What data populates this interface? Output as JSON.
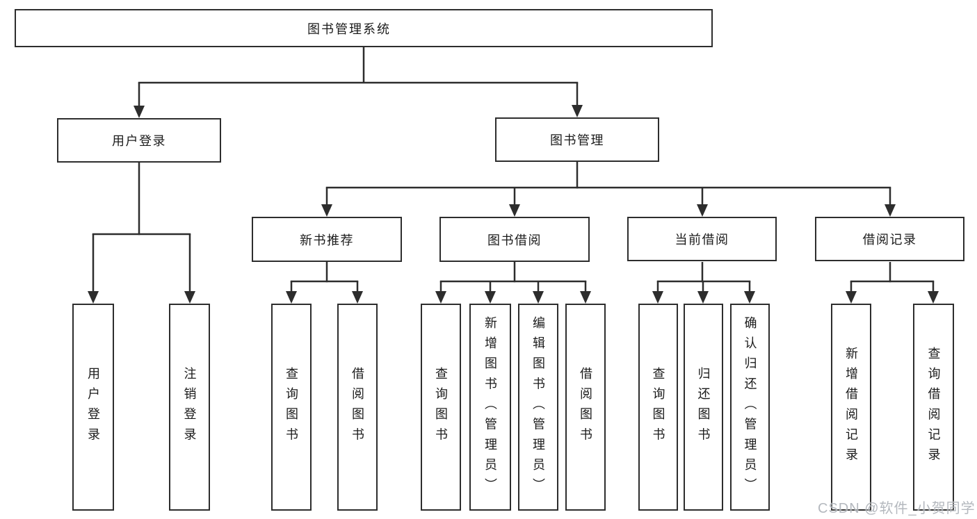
{
  "tree": {
    "label": "图书管理系统",
    "children": [
      {
        "label": "用户登录",
        "children": [
          {
            "label": "用户登录"
          },
          {
            "label": "注销登录"
          }
        ]
      },
      {
        "label": "图书管理",
        "children": [
          {
            "label": "新书推荐",
            "children": [
              {
                "label": "查询图书"
              },
              {
                "label": "借阅图书"
              }
            ]
          },
          {
            "label": "图书借阅",
            "children": [
              {
                "label": "查询图书"
              },
              {
                "label": "新增图书（管理员）"
              },
              {
                "label": "编辑图书（管理员）"
              },
              {
                "label": "借阅图书"
              }
            ]
          },
          {
            "label": "当前借阅",
            "children": [
              {
                "label": "查询图书"
              },
              {
                "label": "归还图书"
              },
              {
                "label": "确认归还（管理员）"
              }
            ]
          },
          {
            "label": "借阅记录",
            "children": [
              {
                "label": "新增借阅记录"
              },
              {
                "label": "查询借阅记录"
              }
            ]
          }
        ]
      }
    ]
  },
  "watermark": {
    "text": "CSDN @软件_小贺同学"
  },
  "colors": {
    "line": "#2d2d2d",
    "box_border": "#2d2d2d",
    "text": "#1b1b1b",
    "background": "#ffffff",
    "watermark": "#aeb3b9"
  }
}
